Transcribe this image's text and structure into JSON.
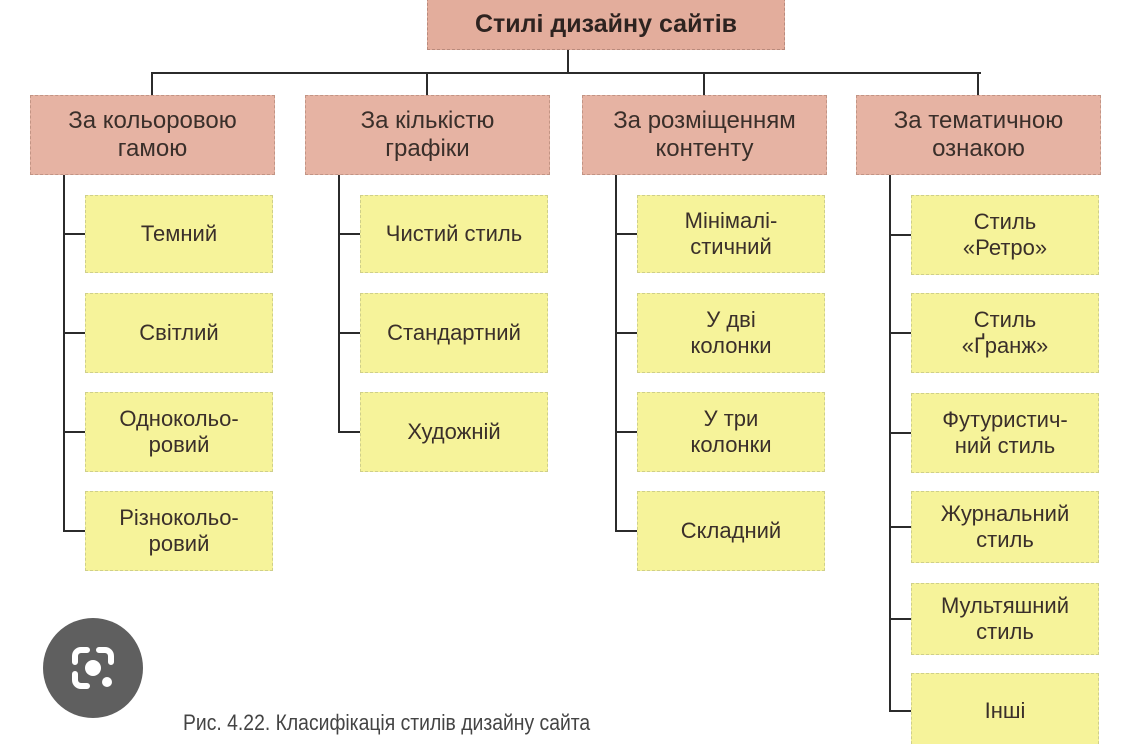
{
  "root": "Стилі дизайну сайтів",
  "categories": [
    {
      "label": "За кольоровою\nгамою",
      "items": [
        "Темний",
        "Світлий",
        "Однокольо-\nровий",
        "Різнокольо-\nровий"
      ]
    },
    {
      "label": "За кількістю\nграфіки",
      "items": [
        "Чистий стиль",
        "Стандартний",
        "Художній"
      ]
    },
    {
      "label": "За розміщенням\nконтенту",
      "items": [
        "Мінімалі-\nстичний",
        "У дві\nколонки",
        "У три\nколонки",
        "Складний"
      ]
    },
    {
      "label": "За тематичною\nознакою",
      "items": [
        "Стиль\n«Ретро»",
        "Стиль\n«Ґранж»",
        "Футуристич-\nний стиль",
        "Журнальний\nстиль",
        "Мультяшний\nстиль",
        "Інші"
      ]
    }
  ],
  "caption": "Рис. 4.22. Класифікація стилів дизайну сайта",
  "lens_button": "lens-icon"
}
